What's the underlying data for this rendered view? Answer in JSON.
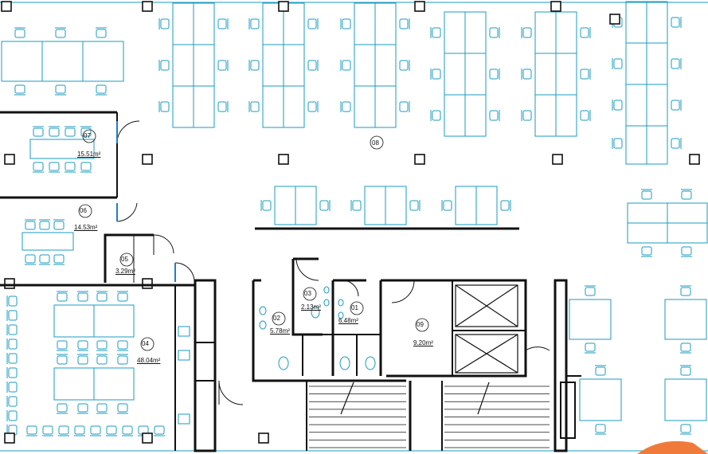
{
  "colors": {
    "wall": "#111111",
    "furniture": "#1a9bc2",
    "door": "#1a7fd0",
    "accent": "#f07a3a"
  },
  "rooms": [
    {
      "id": "01",
      "area": "6.48m²"
    },
    {
      "id": "02",
      "area": "5.78m²"
    },
    {
      "id": "03",
      "area": "2.13m²"
    },
    {
      "id": "04",
      "area": "48.04m²"
    },
    {
      "id": "05",
      "area": "3.29m²"
    },
    {
      "id": "06",
      "area": "14.53m²"
    },
    {
      "id": "07",
      "area": "15.51m²"
    },
    {
      "id": "08",
      "area": ""
    },
    {
      "id": "09",
      "area": "9.20m²"
    }
  ]
}
